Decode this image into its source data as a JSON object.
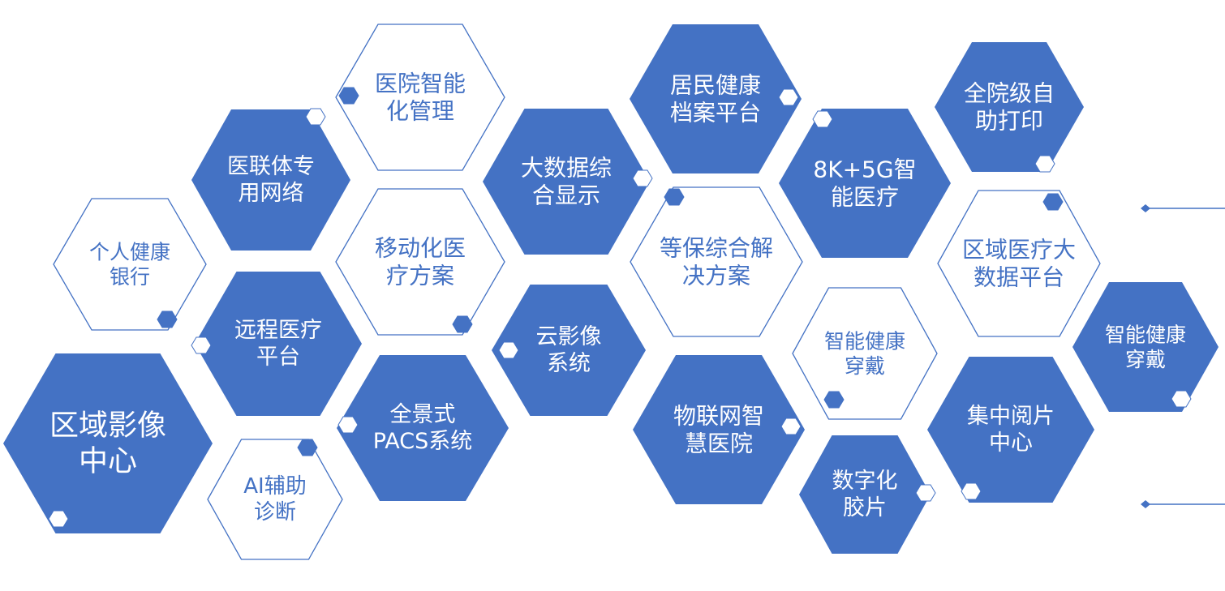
{
  "colors": {
    "fill": "#4472C4",
    "outline": "#4472C4",
    "text_on_fill": "#ffffff",
    "text_on_outline": "#4472C4",
    "background": "#ffffff"
  },
  "hexagons": [
    {
      "id": "regional-imaging-center",
      "lines": [
        "区域影像",
        "中心"
      ],
      "style": "filled"
    },
    {
      "id": "personal-health-bank",
      "lines": [
        "个人健康",
        "银行"
      ],
      "style": "outline"
    },
    {
      "id": "medical-alliance-network",
      "lines": [
        "医联体专",
        "用网络"
      ],
      "style": "filled"
    },
    {
      "id": "telemedicine-platform",
      "lines": [
        "远程医疗",
        "平台"
      ],
      "style": "filled"
    },
    {
      "id": "ai-diagnosis",
      "lines": [
        "AI辅助",
        "诊断"
      ],
      "style": "outline"
    },
    {
      "id": "hospital-intelligent-management",
      "lines": [
        "医院智能",
        "化管理"
      ],
      "style": "outline"
    },
    {
      "id": "mobile-medical-solution",
      "lines": [
        "移动化医",
        "疗方案"
      ],
      "style": "outline"
    },
    {
      "id": "panoramic-pacs",
      "lines": [
        "全景式",
        "PACS系统"
      ],
      "style": "filled"
    },
    {
      "id": "big-data-display",
      "lines": [
        "大数据综",
        "合显示"
      ],
      "style": "filled"
    },
    {
      "id": "cloud-imaging-system",
      "lines": [
        "云影像",
        "系统"
      ],
      "style": "filled"
    },
    {
      "id": "resident-health-records",
      "lines": [
        "居民健康",
        "档案平台"
      ],
      "style": "filled"
    },
    {
      "id": "security-compliance-solution",
      "lines": [
        "等保综合解",
        "决方案"
      ],
      "style": "outline"
    },
    {
      "id": "iot-smart-hospital",
      "lines": [
        "物联网智",
        "慧医院"
      ],
      "style": "filled"
    },
    {
      "id": "8k-5g-smart-medical",
      "lines": [
        "8K+5G智",
        "能医疗"
      ],
      "style": "filled"
    },
    {
      "id": "smart-health-wearable-1",
      "lines": [
        "智能健康",
        "穿戴"
      ],
      "style": "outline"
    },
    {
      "id": "digital-film",
      "lines": [
        "数字化",
        "胶片"
      ],
      "style": "filled"
    },
    {
      "id": "hospital-self-printing",
      "lines": [
        "全院级自",
        "助打印"
      ],
      "style": "filled"
    },
    {
      "id": "regional-medical-big-data",
      "lines": [
        "区域医疗大",
        "数据平台"
      ],
      "style": "outline"
    },
    {
      "id": "centralized-reading-center",
      "lines": [
        "集中阅片",
        "中心"
      ],
      "style": "filled"
    },
    {
      "id": "smart-health-wearable-2",
      "lines": [
        "智能健康",
        "穿戴"
      ],
      "style": "filled"
    }
  ]
}
